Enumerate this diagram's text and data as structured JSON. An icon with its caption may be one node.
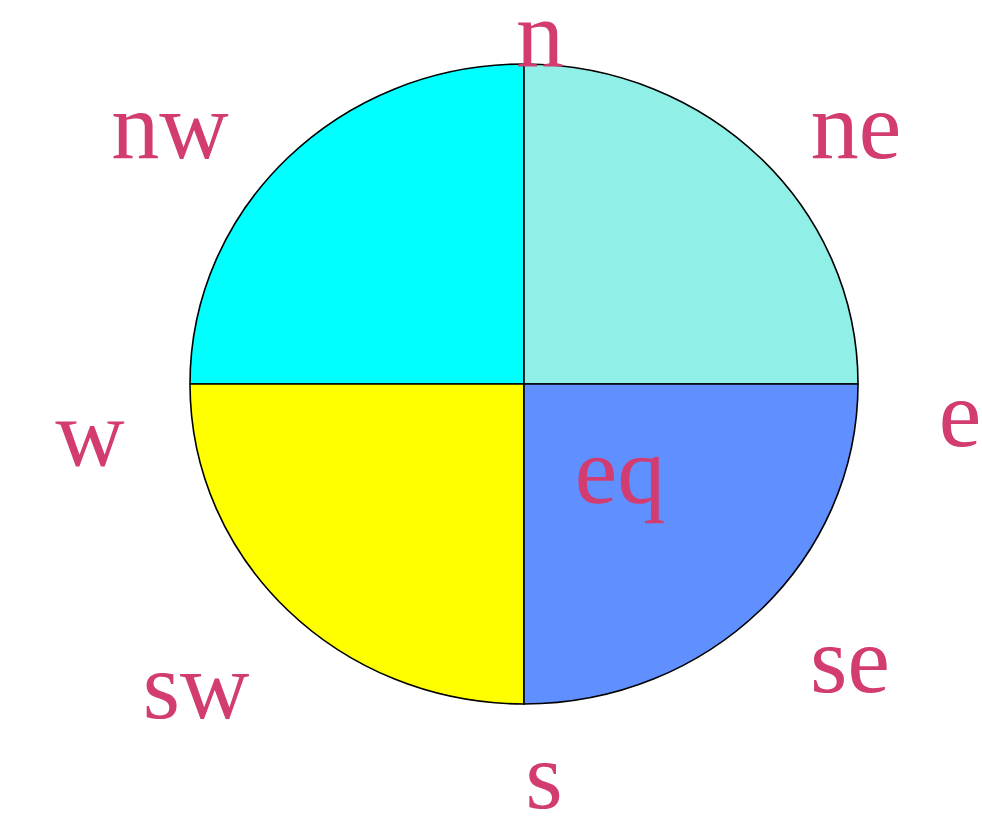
{
  "diagram": {
    "nodes": [
      {
        "text": [],
        "shape": "sector"
      },
      {
        "text": [],
        "shape": "sector"
      },
      {
        "text": [],
        "shape": "sector"
      },
      {
        "text": [
          "eq"
        ]
      }
    ],
    "labels": [
      "n",
      "nw",
      "ne",
      "w",
      "e",
      "sw",
      "se",
      "s"
    ]
  }
}
